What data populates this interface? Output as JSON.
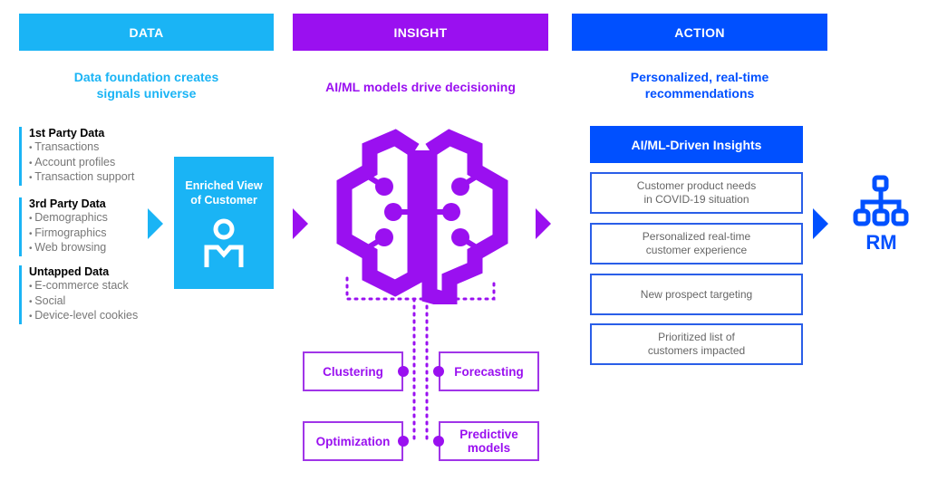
{
  "colors": {
    "data": "#1ab4f5",
    "insight": "#9a10f0",
    "action": "#0050ff"
  },
  "columns": [
    {
      "label": "DATA",
      "subtitle_line1": "Data foundation creates",
      "subtitle_line2": "signals universe"
    },
    {
      "label": "INSIGHT",
      "subtitle_line1": "AI/ML models drive decisioning",
      "subtitle_line2": ""
    },
    {
      "label": "ACTION",
      "subtitle_line1": "Personalized, real-time",
      "subtitle_line2": "recommendations"
    }
  ],
  "data_groups": [
    {
      "title": "1st Party Data",
      "items": [
        "Transactions",
        "Account profiles",
        "Transaction support"
      ]
    },
    {
      "title": "3rd Party Data",
      "items": [
        "Demographics",
        "Firmographics",
        "Web browsing"
      ]
    },
    {
      "title": "Untapped Data",
      "items": [
        "E-commerce stack",
        "Social",
        "Device-level cookies"
      ]
    }
  ],
  "enriched": {
    "line1": "Enriched View",
    "line2": "of Customer",
    "icon": "person-icon"
  },
  "brain": {
    "icon": "brain-circuit-icon"
  },
  "methods": [
    {
      "label_line1": "Clustering",
      "label_line2": ""
    },
    {
      "label_line1": "Forecasting",
      "label_line2": ""
    },
    {
      "label_line1": "Optimization",
      "label_line2": ""
    },
    {
      "label_line1": "Predictive",
      "label_line2": "models"
    }
  ],
  "action": {
    "header": "AI/ML-Driven Insights",
    "insights": [
      {
        "line1": "Customer product needs",
        "line2": "in COVID-19 situation"
      },
      {
        "line1": "Personalized real-time",
        "line2": "customer experience"
      },
      {
        "line1": "New prospect targeting",
        "line2": ""
      },
      {
        "line1": "Prioritized list of",
        "line2": "customers impacted"
      }
    ]
  },
  "rm": {
    "label": "RM",
    "icon": "org-hierarchy-icon"
  }
}
